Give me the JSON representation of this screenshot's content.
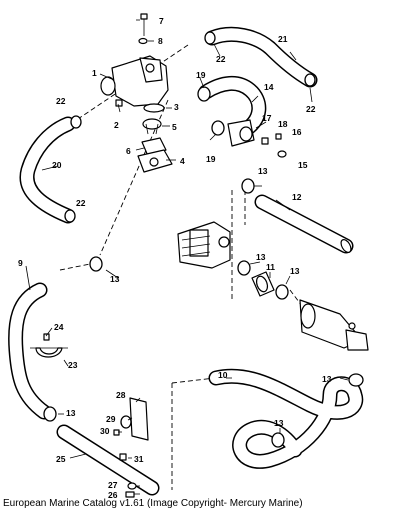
{
  "caption": "European Marine Catalog v1.61 (Image Copyright- Mercury Marine)",
  "callouts": {
    "c1": "1",
    "c2": "2",
    "c3": "3",
    "c4": "4",
    "c5": "5",
    "c6": "6",
    "c7": "7",
    "c8": "8",
    "c9": "9",
    "c10": "10",
    "c11": "11",
    "c12": "12",
    "c13": "13",
    "c14": "14",
    "c15": "15",
    "c16": "16",
    "c17": "17",
    "c18": "18",
    "c19": "19",
    "c20": "20",
    "c21": "21",
    "c22": "22",
    "c23": "23",
    "c24": "24",
    "c25": "25",
    "c26": "26",
    "c27": "27",
    "c28": "28",
    "c29": "29",
    "c30": "30",
    "c31": "31"
  }
}
